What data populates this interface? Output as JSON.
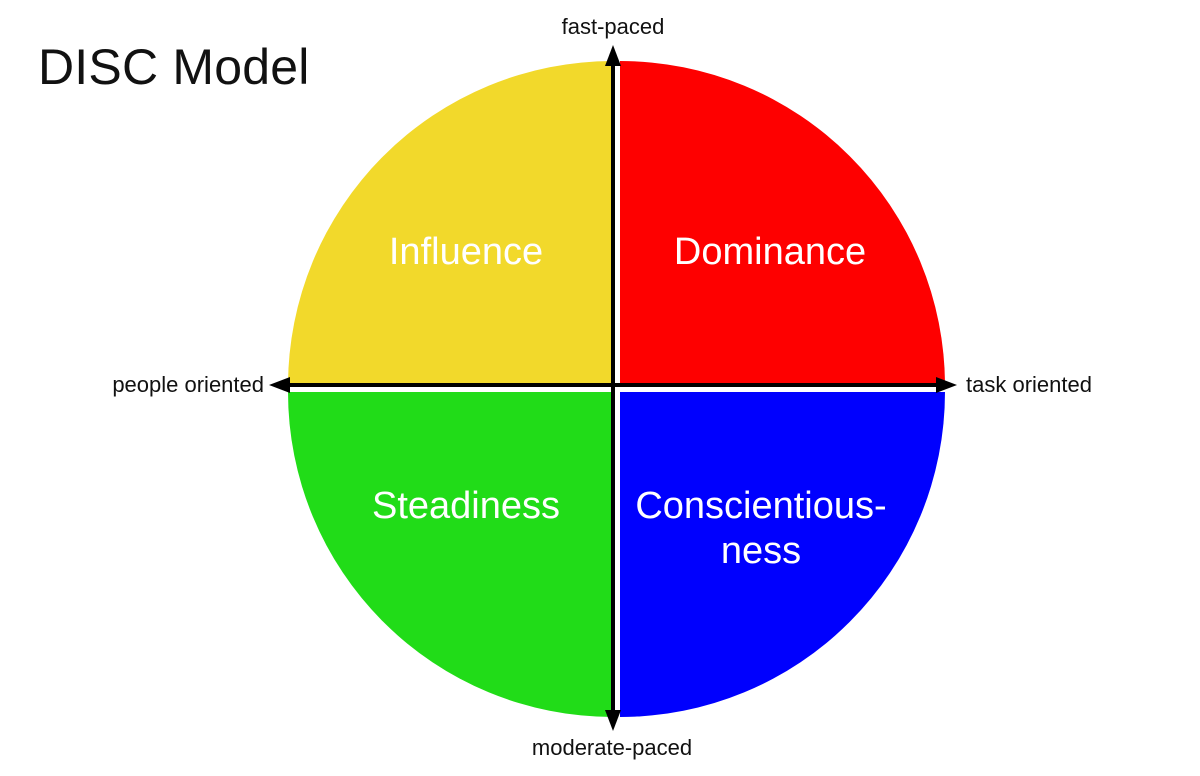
{
  "title": "DISC Model",
  "axes": {
    "top_label": "fast-paced",
    "bottom_label": "moderate-paced",
    "left_label": "people oriented",
    "right_label": "task oriented",
    "line_color": "#000000"
  },
  "background": "#ffffff",
  "quadrants": [
    {
      "key": "influence",
      "label": "Influence",
      "color": "#F2D92B",
      "text_color": "#ffffff",
      "position": "top-left"
    },
    {
      "key": "dominance",
      "label": "Dominance",
      "color": "#FE0000",
      "text_color": "#ffffff",
      "position": "top-right"
    },
    {
      "key": "steadiness",
      "label": "Steadiness",
      "color": "#21DC18",
      "text_color": "#ffffff",
      "position": "bottom-left"
    },
    {
      "key": "conscientiousness",
      "label": "Conscientious-\nness",
      "color": "#0000FE",
      "text_color": "#ffffff",
      "position": "bottom-right"
    }
  ],
  "chart_data": {
    "type": "pie",
    "title": "DISC Model",
    "categories": [
      "Influence",
      "Dominance",
      "Steadiness",
      "Conscientiousness"
    ],
    "values": [
      25,
      25,
      25,
      25
    ],
    "colors": [
      "#F2D92B",
      "#FE0000",
      "#21DC18",
      "#0000FE"
    ],
    "xlabel": "people oriented ↔ task oriented",
    "ylabel": "moderate-paced ↔ fast-paced",
    "annotations": [
      "fast-paced",
      "moderate-paced",
      "people oriented",
      "task oriented"
    ],
    "grid": false,
    "legend": "none"
  }
}
